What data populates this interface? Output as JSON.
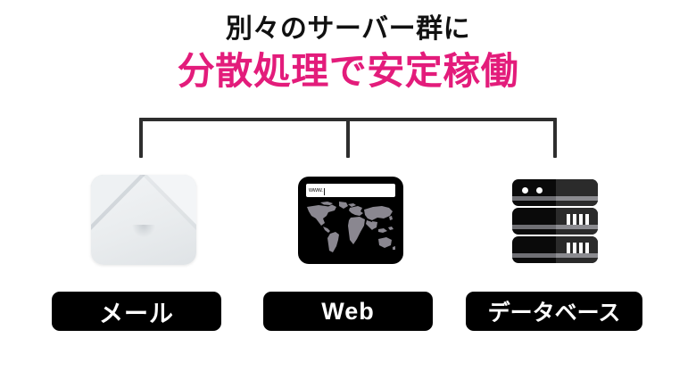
{
  "title": {
    "line1": "別々のサーバー群に",
    "line2": "分散処理で安定稼働",
    "accent_color": "#e31c7b",
    "line1_color": "#111111"
  },
  "connector": {
    "color": "#2e2e2e",
    "branch_count": 3
  },
  "nodes": [
    {
      "id": "mail",
      "label": "メール",
      "icon": "envelope-icon",
      "icon_colors": {
        "body": "#eef1f3",
        "shadow": "#8c96a0"
      }
    },
    {
      "id": "web",
      "label": "Web",
      "icon": "browser-window-icon",
      "url_text": "www.",
      "icon_colors": {
        "window": "#000000",
        "urlbar": "#ffffff",
        "map": "#8a8790"
      }
    },
    {
      "id": "database",
      "label": "データベース",
      "icon": "server-stack-icon",
      "icon_colors": {
        "unit": "#0a0a0a",
        "unit_right": "#2b2b2b",
        "stripe": "#8b8b90",
        "led": "#ffffff"
      }
    }
  ],
  "button_style": {
    "background": "#000000",
    "text_color": "#ffffff"
  }
}
